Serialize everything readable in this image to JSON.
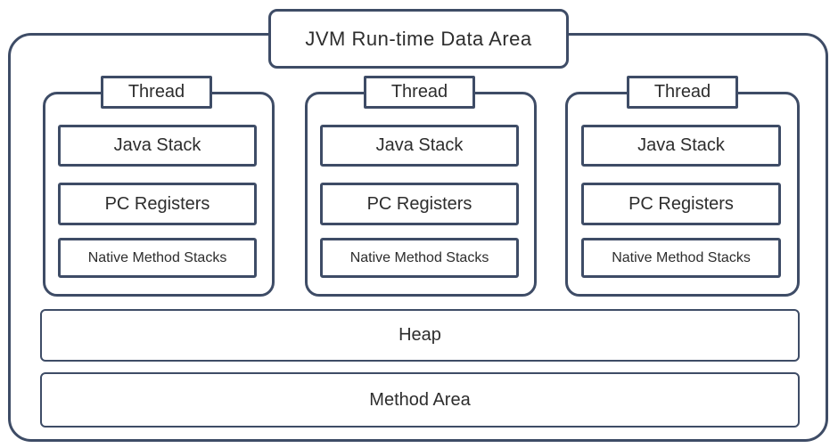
{
  "diagram": {
    "title": "JVM Run-time Data Area",
    "threads": [
      {
        "label": "Thread",
        "boxes": [
          "Java Stack",
          "PC Registers",
          "Native Method Stacks"
        ]
      },
      {
        "label": "Thread",
        "boxes": [
          "Java Stack",
          "PC Registers",
          "Native Method Stacks"
        ]
      },
      {
        "label": "Thread",
        "boxes": [
          "Java Stack",
          "PC Registers",
          "Native Method Stacks"
        ]
      }
    ],
    "heap_label": "Heap",
    "method_area_label": "Method Area",
    "colors": {
      "border": "#3e4c66",
      "background": "#ffffff",
      "text": "#2d2d2d"
    }
  }
}
